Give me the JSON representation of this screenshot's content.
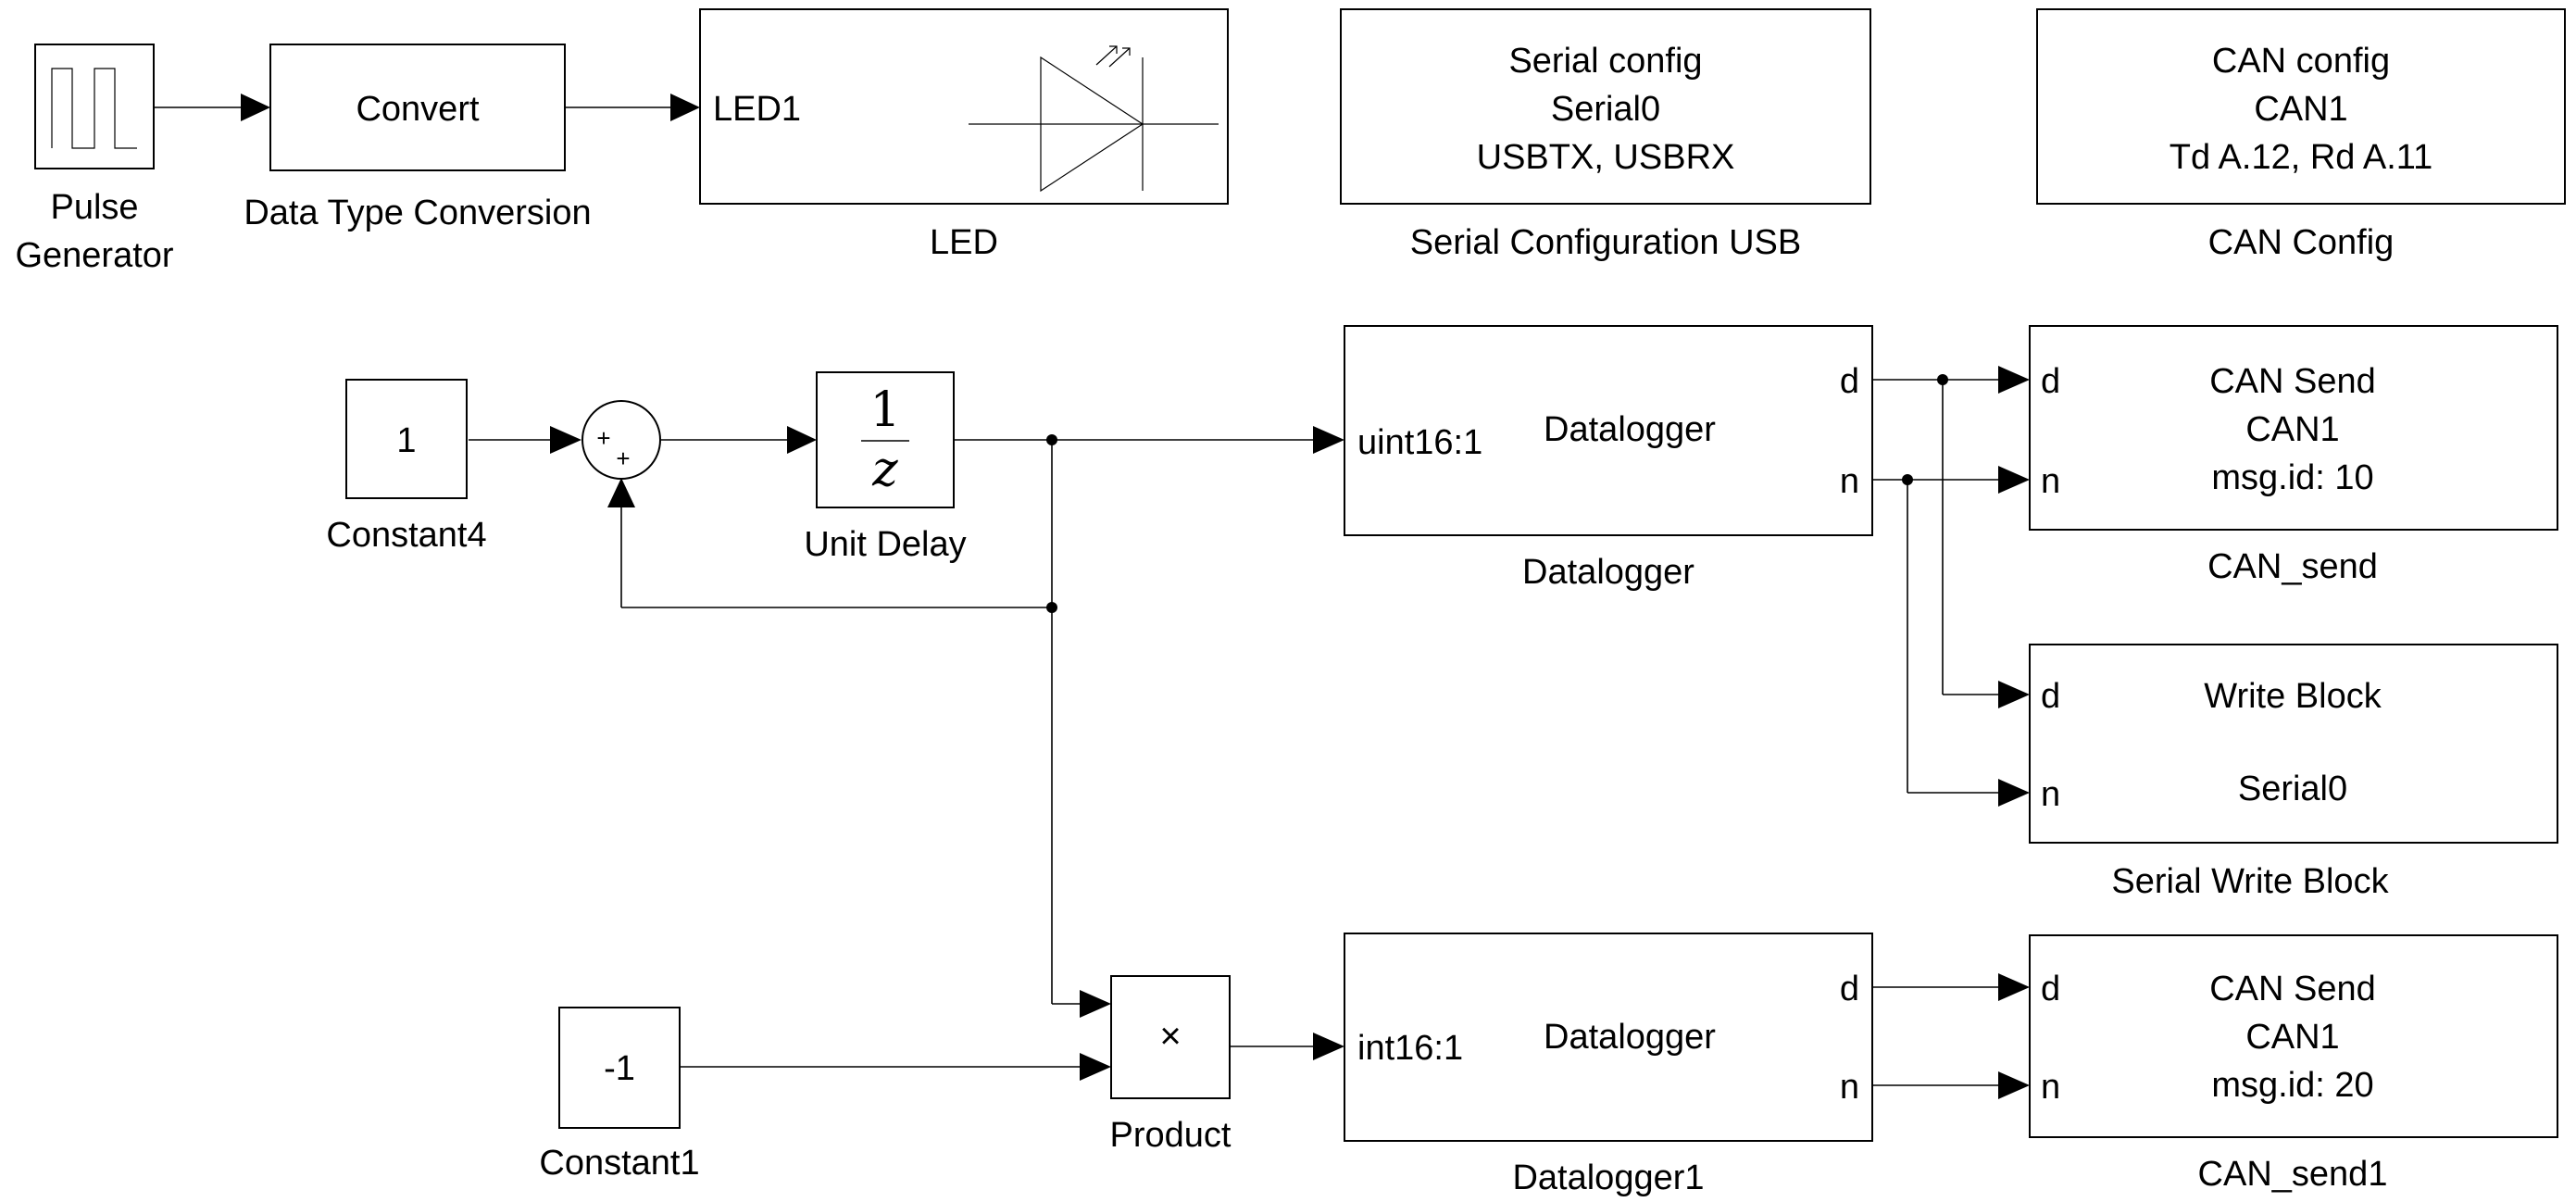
{
  "blocks": {
    "pulse_generator": {
      "name": "Pulse\nGenerator"
    },
    "data_type_conversion": {
      "name": "Data Type Conversion",
      "content": "Convert"
    },
    "led": {
      "name": "LED",
      "port": "LED1"
    },
    "serial_config": {
      "name": "Serial Configuration USB",
      "lines": [
        "Serial config",
        "Serial0",
        "USBTX, USBRX"
      ]
    },
    "can_config": {
      "name": "CAN Config",
      "lines": [
        "CAN config",
        "CAN1",
        "Td A.12, Rd A.11"
      ]
    },
    "constant4": {
      "name": "Constant4",
      "value": "1"
    },
    "sum": {
      "signs": [
        "+",
        "+"
      ]
    },
    "unit_delay": {
      "name": "Unit Delay",
      "numerator": "1",
      "denominator": "z"
    },
    "datalogger": {
      "name": "Datalogger",
      "title": "Datalogger",
      "in_port": "uint16:1",
      "out_ports": [
        "d",
        "n"
      ]
    },
    "can_send": {
      "name": "CAN_send",
      "lines": [
        "CAN Send",
        "CAN1",
        "msg.id: 10"
      ],
      "in_ports": [
        "d",
        "n"
      ]
    },
    "serial_write": {
      "name": "Serial Write Block",
      "lines": [
        "Write Block",
        "Serial0"
      ],
      "in_ports": [
        "d",
        "n"
      ]
    },
    "constant1": {
      "name": "Constant1",
      "value": "-1"
    },
    "product": {
      "name": "Product",
      "symbol": "×"
    },
    "datalogger1": {
      "name": "Datalogger1",
      "title": "Datalogger",
      "in_port": "int16:1",
      "out_ports": [
        "d",
        "n"
      ]
    },
    "can_send1": {
      "name": "CAN_send1",
      "lines": [
        "CAN Send",
        "CAN1",
        "msg.id: 20"
      ],
      "in_ports": [
        "d",
        "n"
      ]
    }
  }
}
